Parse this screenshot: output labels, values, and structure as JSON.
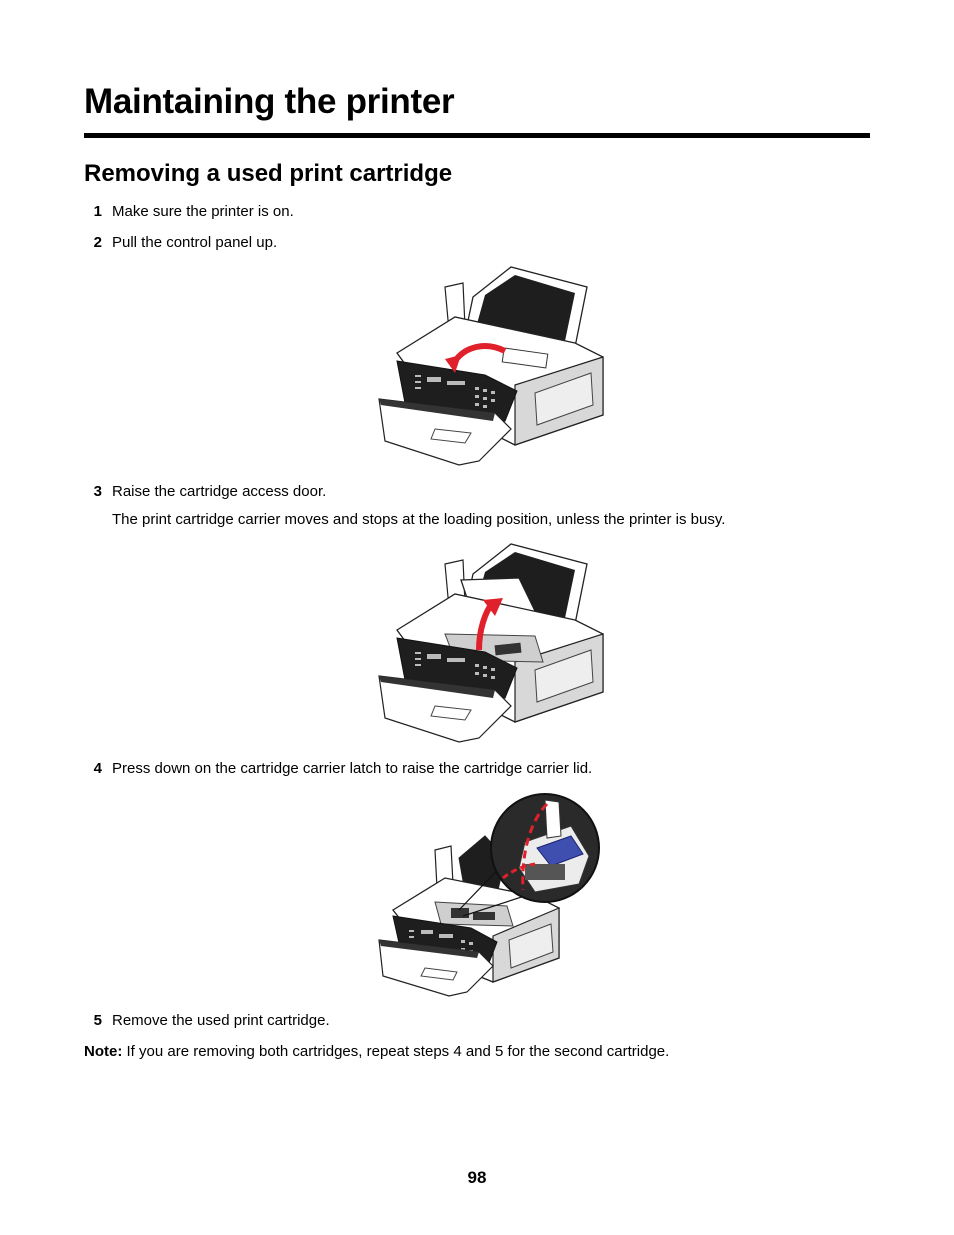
{
  "page": {
    "title": "Maintaining the printer",
    "section_title": "Removing a used print cartridge",
    "steps": [
      {
        "number": "1",
        "text": "Make sure the printer is on."
      },
      {
        "number": "2",
        "text": "Pull the control panel up."
      },
      {
        "number": "3",
        "text": "Raise the cartridge access door.",
        "description": "The print cartridge carrier moves and stops at the loading position, unless the printer is busy."
      },
      {
        "number": "4",
        "text": "Press down on the cartridge carrier latch to raise the cartridge carrier lid."
      },
      {
        "number": "5",
        "text": "Remove the used print cartridge."
      }
    ],
    "note": {
      "label": "Note:",
      "text": " If you are removing both cartridges, repeat steps 4 and 5 for the second cartridge."
    },
    "page_number": "98"
  },
  "colors": {
    "arrow": "#e0202a",
    "cartridge": "#3f4fb0",
    "printer_body": "#ffffff",
    "printer_shade": "#d8d8d8",
    "dark_panel": "#1e1e1e"
  }
}
